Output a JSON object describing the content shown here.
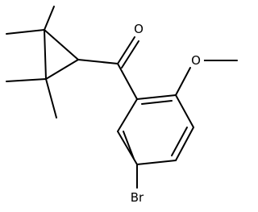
{
  "atoms": {
    "oxygen_carbonyl": "O",
    "oxygen_ether": "O",
    "bromine": "Br"
  }
}
